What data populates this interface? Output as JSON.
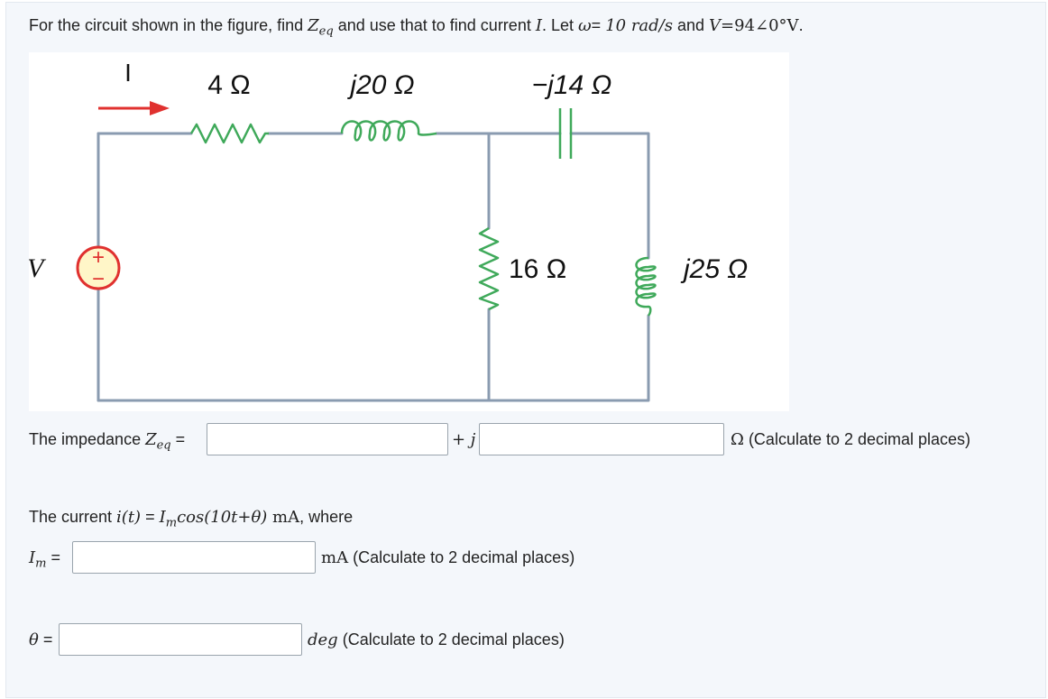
{
  "question": {
    "text_before_zeq": "For the circuit shown in the figure, find ",
    "zeq_symbol": "Z",
    "zeq_sub": "eq",
    "text_mid": " and use that to find current ",
    "current_symbol": "I",
    "text_let": ". Let ",
    "omega_symbol": "ω",
    "omega_eq": "= ",
    "omega_value": "10 rad/s",
    "text_and": " and ",
    "voltage_symbol": "V",
    "voltage_value": "=94∠0°V",
    "text_end": "."
  },
  "figure": {
    "current_label": "I",
    "r1_label": "4 Ω",
    "l1_label": "j20 Ω",
    "c1_label": "−j14 Ω",
    "source_label": "V",
    "source_plus": "+",
    "source_minus": "−",
    "r2_label": "16 Ω",
    "l2_label": "j25 Ω"
  },
  "answers": {
    "impedance_label_prefix": "The impedance ",
    "impedance_symbol": "Z",
    "impedance_sub": "eq",
    "impedance_eq": " =",
    "real_value": "",
    "plus_j": "+ j",
    "imag_value": "",
    "impedance_unit": "Ω",
    "impedance_note": " (Calculate to 2 decimal places)",
    "current_text_prefix": "The current ",
    "current_fn": "i(t)",
    "current_eq": " = ",
    "current_expr_I": "I",
    "current_expr_sub": "m",
    "current_expr_rest": "cos(10t+θ)",
    "current_unit": " mA",
    "current_where": ", where",
    "im_symbol": "I",
    "im_sub": "m",
    "im_eq": " =",
    "im_value": "",
    "im_unit": "mA",
    "im_note": " (Calculate to 2 decimal places)",
    "theta_symbol": "θ",
    "theta_eq": " =",
    "theta_value": "",
    "theta_unit": "deg",
    "theta_note": " (Calculate to 2 decimal places)"
  },
  "colors": {
    "wire": "#8a9bb0",
    "arrow": "#e0312f",
    "source_fill": "#fff6c8",
    "source_stroke": "#e0312f"
  }
}
